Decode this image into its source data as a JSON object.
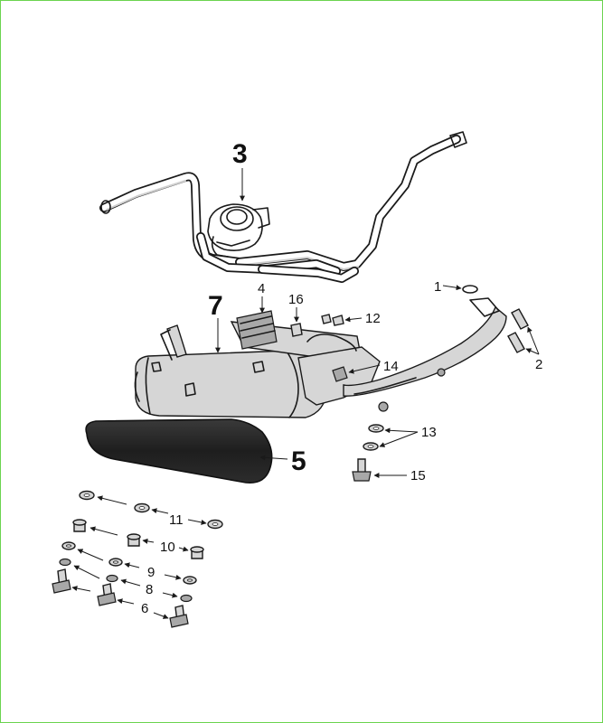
{
  "diagram": {
    "labels": {
      "l1": "1",
      "l2": "2",
      "l3": "3",
      "l4": "4",
      "l5": "5",
      "l6": "6",
      "l7": "7",
      "l8": "8",
      "l9": "9",
      "l10": "10",
      "l11": "11",
      "l12": "12",
      "l13": "13",
      "l14": "14",
      "l15": "15",
      "l16": "16"
    },
    "colors": {
      "border": "#6bd44f",
      "ink": "#1a1a1a",
      "metal": "#d6d6d6",
      "heat_shield": "#2a2a2a"
    }
  }
}
